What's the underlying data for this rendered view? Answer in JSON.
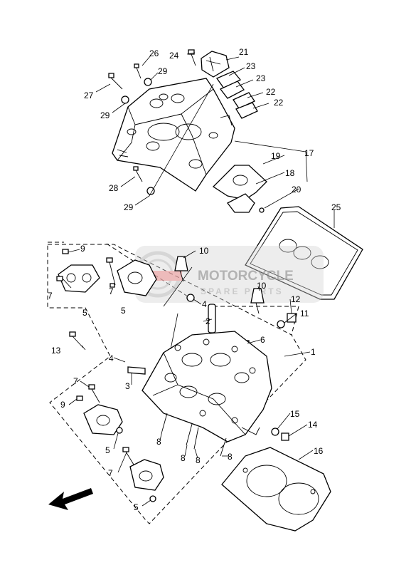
{
  "watermark": {
    "line1": "MOTORCYCLE",
    "line2": "SPARE PARTS",
    "colors": {
      "text": "#b9b9b9",
      "badge": "#c9c9c9",
      "accent": "#e8a5a5"
    }
  },
  "callouts": {
    "c1": "1",
    "c2": "2",
    "c3": "3",
    "c4a": "4",
    "c4b": "4",
    "c5a": "5",
    "c5b": "5",
    "c5c": "5",
    "c5d": "5",
    "c6": "6",
    "c7a": "7",
    "c7b": "7",
    "c7c": "7",
    "c7d": "7",
    "c8a": "8",
    "c8b": "8",
    "c8c": "8",
    "c8d": "8",
    "c9a": "9",
    "c9b": "9",
    "c10a": "10",
    "c10b": "10",
    "c11": "11",
    "c12": "12",
    "c13": "13",
    "c14": "14",
    "c15": "15",
    "c16": "16",
    "c17": "17",
    "c18": "18",
    "c19": "19",
    "c20": "20",
    "c21": "21",
    "c22a": "22",
    "c22b": "22",
    "c23a": "23",
    "c23b": "23",
    "c24": "24",
    "c25": "25",
    "c26": "26",
    "c27": "27",
    "c28": "28",
    "c29a": "29",
    "c29b": "29",
    "c29c": "29"
  }
}
